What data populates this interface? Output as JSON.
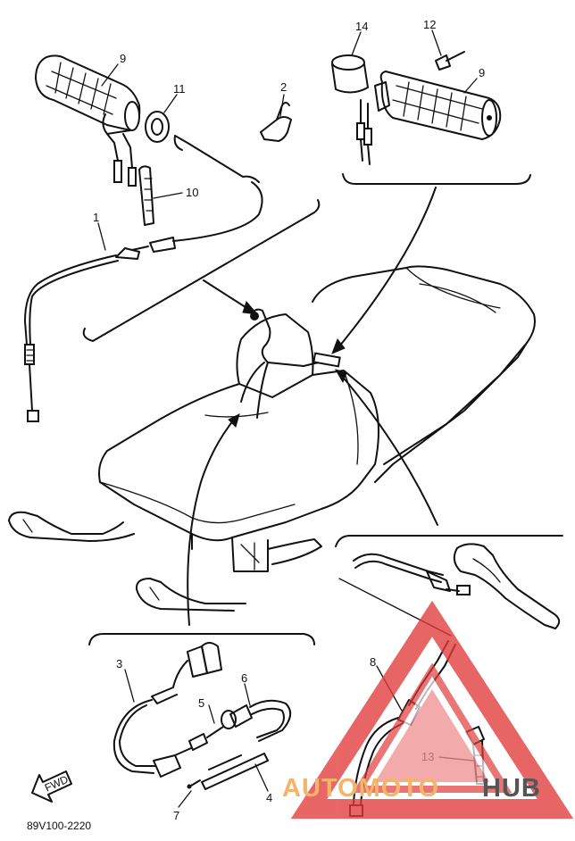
{
  "diagram_code": "89V100-2220",
  "fwd_label": "FWD",
  "callouts": [
    {
      "id": "c9a",
      "text": "9"
    },
    {
      "id": "c11",
      "text": "11"
    },
    {
      "id": "c2",
      "text": "2"
    },
    {
      "id": "c10",
      "text": "10"
    },
    {
      "id": "c1",
      "text": "1"
    },
    {
      "id": "c14",
      "text": "14"
    },
    {
      "id": "c12",
      "text": "12"
    },
    {
      "id": "c9b",
      "text": "9"
    },
    {
      "id": "c3",
      "text": "3"
    },
    {
      "id": "c5",
      "text": "5"
    },
    {
      "id": "c6",
      "text": "6"
    },
    {
      "id": "c4",
      "text": "4"
    },
    {
      "id": "c7",
      "text": "7"
    },
    {
      "id": "c8",
      "text": "8"
    },
    {
      "id": "c13",
      "text": "13"
    }
  ],
  "watermark": {
    "brand_part1": "AUTOMOTO",
    "brand_part2": "HUB",
    "color_red": "#e23b3b",
    "color_orange": "#f4b46a",
    "color_gray": "#555555"
  }
}
